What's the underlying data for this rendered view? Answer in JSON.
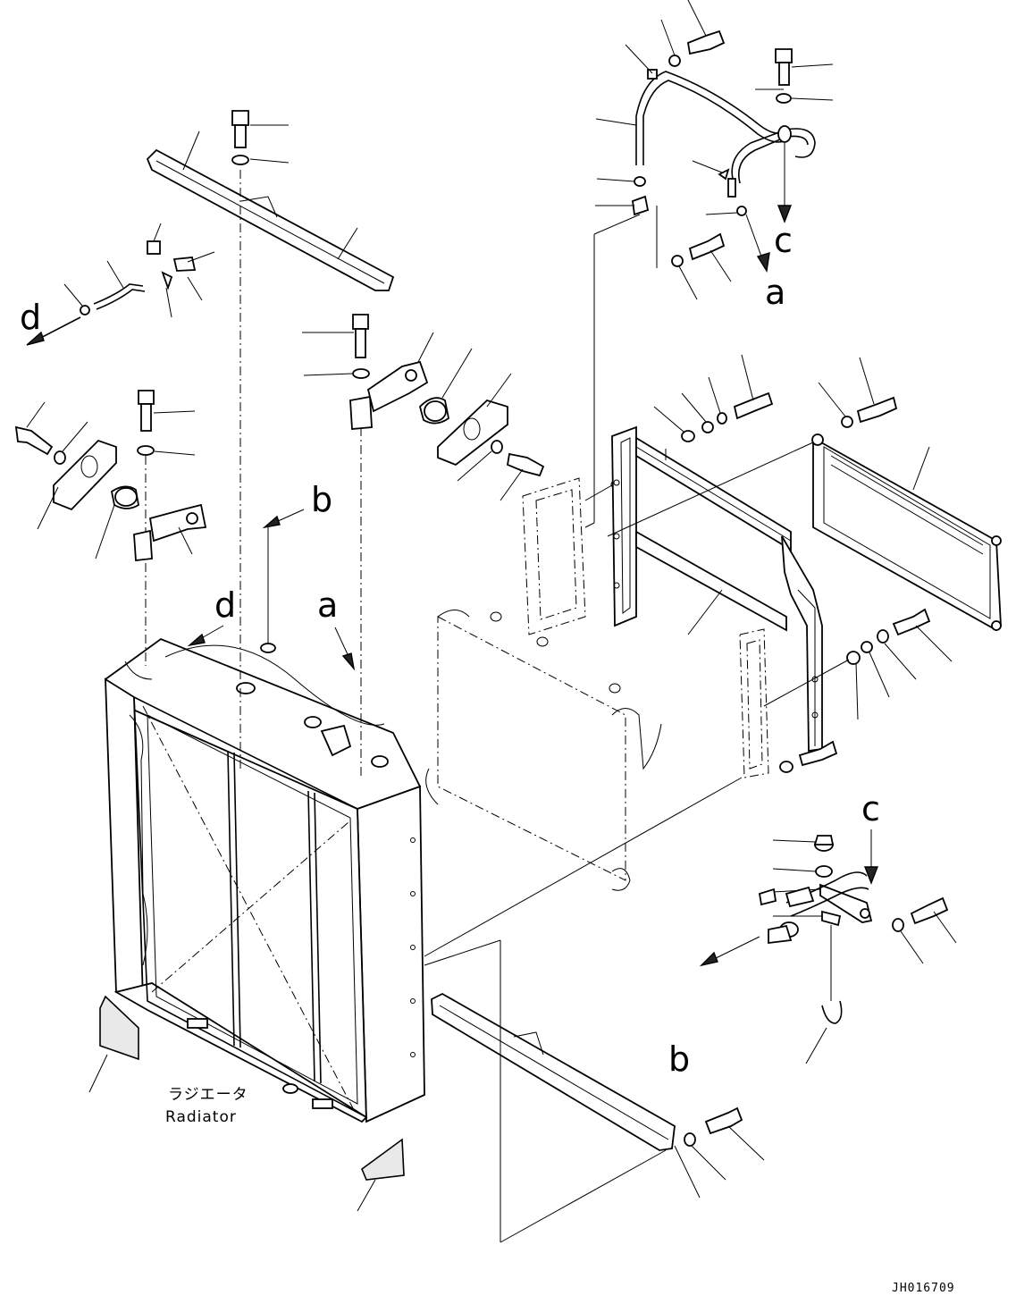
{
  "figure": {
    "reference_letters": {
      "a": "a",
      "b": "b",
      "c": "c",
      "d": "d"
    },
    "radiator_label_jp": "ラジエータ",
    "radiator_label_en": "Radiator",
    "drawing_code": "JH016709"
  }
}
